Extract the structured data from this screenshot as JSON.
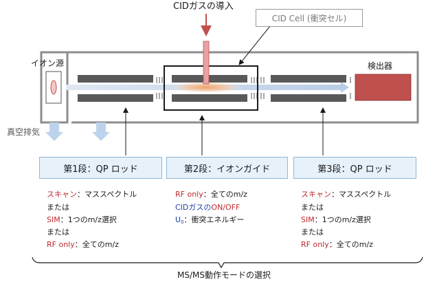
{
  "title": "CIDガスの導入",
  "cid_cell_label": "CID Cell (衝突セル)",
  "ion_source": "イオン源",
  "detector": "検出器",
  "vacuum": "真空排気",
  "stages": [
    {
      "label": "第1段：QP ロッド"
    },
    {
      "label": "第2段：イオンガイド"
    },
    {
      "label": "第3段：QP ロッド"
    }
  ],
  "col1": {
    "l1_key": "スキャン",
    "l1_rest": "：マススペクトル",
    "or1": "または",
    "l2_key": "SIM",
    "l2_rest": "：1つのm/z選択",
    "or2": "または",
    "l3_key": "RF only",
    "l3_rest": "：全てのm/z"
  },
  "col2": {
    "l1_key": "RF only",
    "l1_rest": "：全てのm/z",
    "l2_a": "CIDガスの",
    "l2_b": "ON/OFF",
    "l3_key": "U",
    "l3_sub": "0",
    "l3_rest": "：衝突エネルギー"
  },
  "col3": {
    "l1_key": "スキャン",
    "l1_rest": "：マススペクトル",
    "or1": "または",
    "l2_key": "SIM",
    "l2_rest": "：1つのm/z選択",
    "or2": "または",
    "l3_key": "RF only",
    "l3_rest": "：全てのm/z"
  },
  "bottom_label": "MS/MS動作モードの選択",
  "colors": {
    "red": "#c0282c",
    "blue": "#1f3fa8",
    "detector": "#c0504d",
    "rod": "#595959",
    "box": "#e6f1fa"
  }
}
